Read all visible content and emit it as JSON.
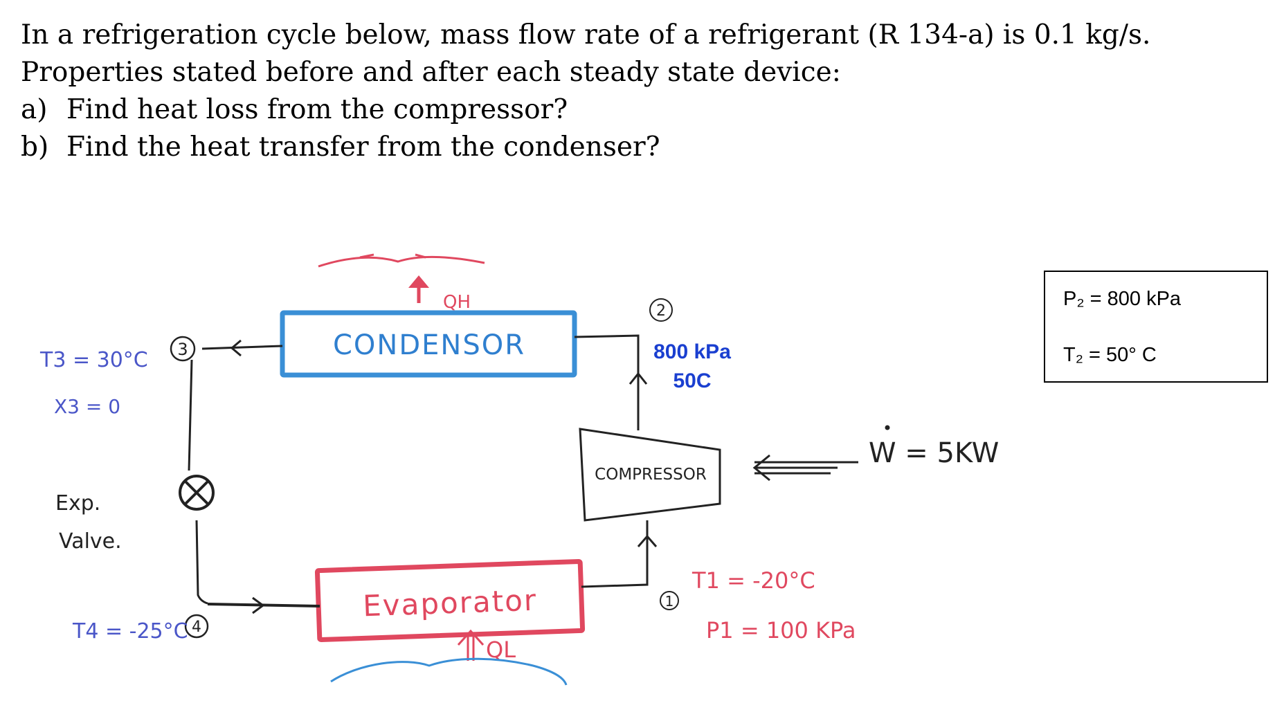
{
  "problem": {
    "line1": "In a refrigeration cycle below, mass flow rate of a refrigerant (R 134-a) is 0.1 kg/s.",
    "line2": "Properties stated before and after each steady state device:",
    "questions": [
      {
        "mark": "a)",
        "text": "Find heat loss from the compressor?"
      },
      {
        "mark": "b)",
        "text": "Find the heat transfer from the condenser?"
      }
    ]
  },
  "diagram": {
    "condenser_label": "CONDENSOR",
    "evaporator_label": "Evaporator",
    "compressor_label": "COMPRESSOR",
    "valve_label_1": "Exp.",
    "valve_label_2": "Valve.",
    "heat_high": "QH",
    "heat_low": "QL",
    "work": "W = 5KW",
    "state_nodes": [
      "1",
      "2",
      "3",
      "4"
    ],
    "state1_T": "T1 = -20°C",
    "state1_P": "P1 = 100 KPa",
    "state2_P_blue": "800 kPa",
    "state2_T_blue": "50C",
    "state3_T": "T3 = 30°C",
    "state3_x": "X3 = 0",
    "state4_T": "T4 = -25°C"
  },
  "given_box": {
    "p2": "P₂ = 800 kPa",
    "t2": "T₂ = 50° C"
  },
  "colors": {
    "condenser": "#3a8fd6",
    "evaporator": "#e0485f",
    "heat_arrow": "#e0485f",
    "blue_text": "#1a3fd0",
    "ink": "#222222",
    "state_blue": "#4a56c8"
  }
}
